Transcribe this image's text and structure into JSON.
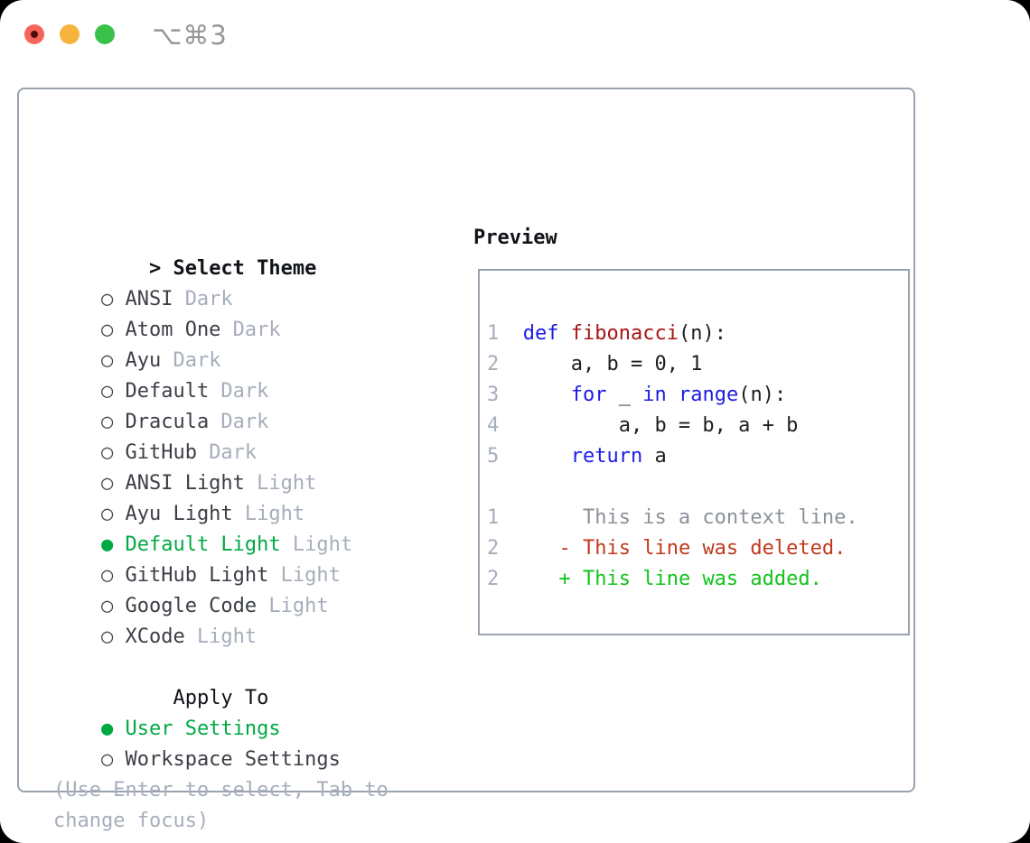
{
  "titlebar": {
    "shortcut": "⌥⌘3"
  },
  "colors": {
    "tl-red": "#f5655b",
    "tl-red-dot": "#4f0d09",
    "tl-yellow": "#f6b43e",
    "tl-green": "#39c149",
    "shortcut": "#97979c",
    "border": "#9aa3ae",
    "head": "#101317",
    "ink": "#3b3f46",
    "marker": "#44484f",
    "faint": "#a6aebb",
    "green": "#00a944",
    "lnum": "#a6aebb",
    "code": "#1c1e22",
    "kw": "#1c1ce6",
    "fn": "#a81616",
    "ctx": "#8b9199",
    "del": "#c13a1d",
    "add": "#12c31c"
  },
  "theme_panel": {
    "header_marker": ">",
    "header": "Select Theme",
    "unselected_marker": "○",
    "selected_marker": "●",
    "items": [
      {
        "name": "ANSI",
        "tag": "Dark",
        "selected": false
      },
      {
        "name": "Atom One",
        "tag": "Dark",
        "selected": false
      },
      {
        "name": "Ayu",
        "tag": "Dark",
        "selected": false
      },
      {
        "name": "Default",
        "tag": "Dark",
        "selected": false
      },
      {
        "name": "Dracula",
        "tag": "Dark",
        "selected": false
      },
      {
        "name": "GitHub",
        "tag": "Dark",
        "selected": false
      },
      {
        "name": "ANSI Light",
        "tag": "Light",
        "selected": false
      },
      {
        "name": "Ayu Light",
        "tag": "Light",
        "selected": false
      },
      {
        "name": "Default Light",
        "tag": "Light",
        "selected": true
      },
      {
        "name": "GitHub Light",
        "tag": "Light",
        "selected": false
      },
      {
        "name": "Google Code",
        "tag": "Light",
        "selected": false
      },
      {
        "name": "XCode",
        "tag": "Light",
        "selected": false
      }
    ]
  },
  "apply_panel": {
    "header": "Apply To",
    "options": [
      {
        "name": "User Settings",
        "selected": true
      },
      {
        "name": "Workspace Settings",
        "selected": false
      }
    ]
  },
  "help_lines": [
    "(Use Enter to select, Tab to",
    "change focus)"
  ],
  "preview": {
    "header": "Preview",
    "lines": [
      {
        "tokens": [
          {
            "t": "1  ",
            "c": "ln"
          },
          {
            "t": "def",
            "c": "kw"
          },
          {
            "t": " ",
            "c": "pl"
          },
          {
            "t": "fibonacci",
            "c": "fn"
          },
          {
            "t": "(n):",
            "c": "pl"
          }
        ]
      },
      {
        "tokens": [
          {
            "t": "2  ",
            "c": "ln"
          },
          {
            "t": "    a, b = 0, 1",
            "c": "pl"
          }
        ]
      },
      {
        "tokens": [
          {
            "t": "3  ",
            "c": "ln"
          },
          {
            "t": "    ",
            "c": "pl"
          },
          {
            "t": "for",
            "c": "kw"
          },
          {
            "t": " _ ",
            "c": "pl"
          },
          {
            "t": "in",
            "c": "kw"
          },
          {
            "t": " ",
            "c": "pl"
          },
          {
            "t": "range",
            "c": "kw"
          },
          {
            "t": "(n):",
            "c": "pl"
          }
        ]
      },
      {
        "tokens": [
          {
            "t": "4  ",
            "c": "ln"
          },
          {
            "t": "        a, b = b, a + b",
            "c": "pl"
          }
        ]
      },
      {
        "tokens": [
          {
            "t": "5  ",
            "c": "ln"
          },
          {
            "t": "    ",
            "c": "pl"
          },
          {
            "t": "return",
            "c": "kw"
          },
          {
            "t": " a",
            "c": "pl"
          }
        ]
      },
      {
        "tokens": []
      },
      {
        "tokens": [
          {
            "t": "1  ",
            "c": "ln"
          },
          {
            "t": "     This is a context line.",
            "c": "ctx"
          }
        ]
      },
      {
        "tokens": [
          {
            "t": "2  ",
            "c": "ln"
          },
          {
            "t": "   ",
            "c": "pl"
          },
          {
            "t": "- This line was deleted.",
            "c": "del"
          }
        ]
      },
      {
        "tokens": [
          {
            "t": "2  ",
            "c": "ln"
          },
          {
            "t": "   ",
            "c": "pl"
          },
          {
            "t": "+ This line was added.",
            "c": "add"
          }
        ]
      }
    ]
  }
}
